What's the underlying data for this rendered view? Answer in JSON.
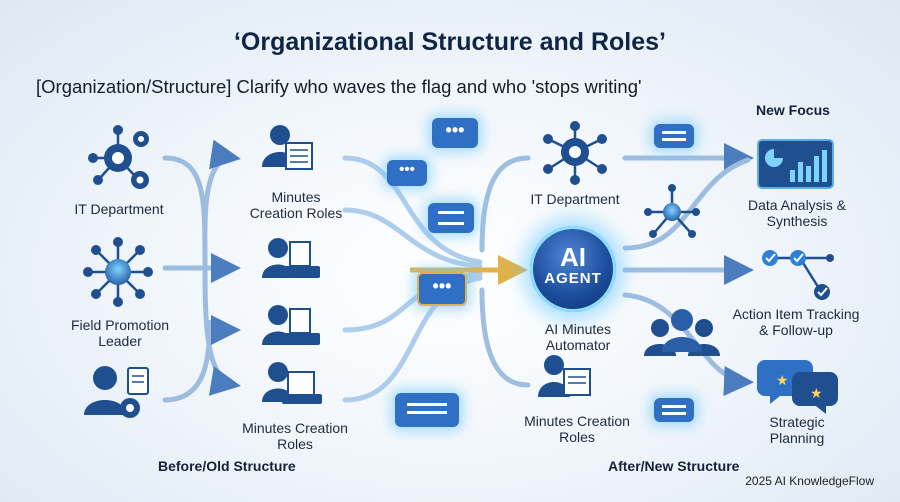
{
  "title": "‘Organizational Structure and Roles’",
  "subtitle": "[Organization/Structure] Clarify who waves the flag and who 'stops writing'",
  "before": {
    "section_label": "Before/Old Structure",
    "it_department": "IT Department",
    "field_leader": "Field Promotion Leader",
    "minutes_roles_top": "Minutes Creation Roles",
    "minutes_roles_bottom": "Minutes Creation Roles"
  },
  "after": {
    "section_label": "After/New Structure",
    "it_department": "IT Department",
    "ai_agent": {
      "main": "AI",
      "sub": "AGENT"
    },
    "ai_automator": "AI Minutes Automator",
    "minutes_roles": "Minutes Creation Roles"
  },
  "new_focus": {
    "heading": "New Focus",
    "items": [
      "Data Analysis & Synthesis",
      "Action Item Tracking & Follow-up",
      "Strategic Planning"
    ]
  },
  "footer": "2025 AI KnowledgeFlow",
  "colors": {
    "primary": "#1f4f8f",
    "accent": "#2f7fd8",
    "glow": "#7fd4ff",
    "highlight_arrow": "#e0b24a"
  }
}
